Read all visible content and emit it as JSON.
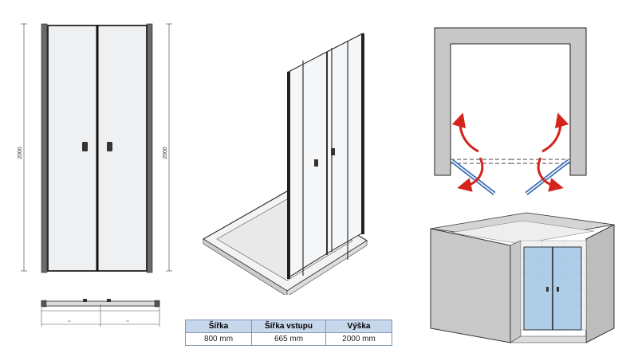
{
  "front_view": {
    "height_label_left": "2000",
    "height_label_right": "2000"
  },
  "spec_table": {
    "headers": [
      "Šířka",
      "Šířka vstupu",
      "Výška"
    ],
    "row": [
      "800 mm",
      "665 mm",
      "2000 mm"
    ]
  },
  "colors": {
    "frame": "#2a2a2a",
    "glass": "#eef0f2",
    "arrow": "#d4241c",
    "room_wall": "#c8c8c8",
    "room_glass": "#9ec4e6",
    "table_header": "#c8d8ec"
  }
}
